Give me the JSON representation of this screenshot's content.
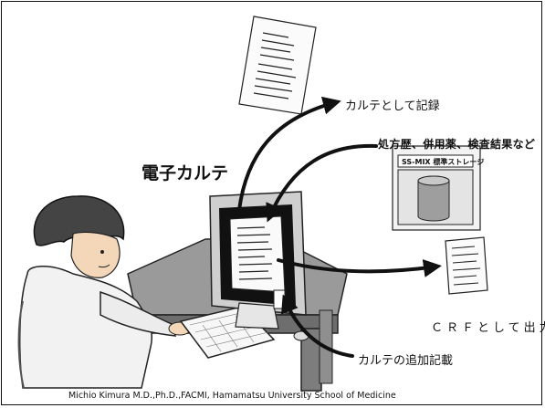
{
  "labels": {
    "ehr": "電子カルテ",
    "record_as_chart": "カルテとして記録",
    "history": "処方歴、併用薬、検査結果など",
    "storage": "SS-MIX 標準ストレージ",
    "crf_output": "ＣＲＦとして出力",
    "additional_entry": "カルテの追加記載",
    "credit": "Michio Kimura M.D.,Ph.D.,FACMI, Hamamatsu University School of Medicine"
  }
}
